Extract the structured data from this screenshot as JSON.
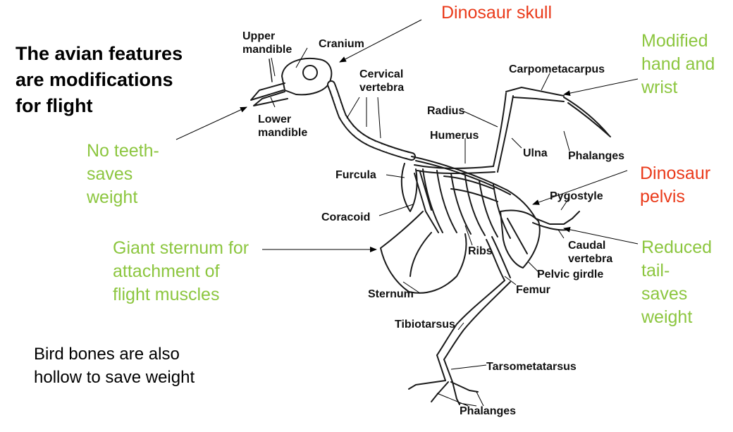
{
  "headline": "The avian features\nare modifications\nfor flight",
  "note": "Bird bones are also\nhollow to save weight",
  "annotations": {
    "dinosaur_skull": "Dinosaur skull",
    "modified_hand": "Modified\nhand and\nwrist",
    "no_teeth": "No teeth-\nsaves\nweight",
    "dinosaur_pelvis": "Dinosaur\npelvis",
    "giant_sternum": "Giant sternum for\nattachment of\nflight muscles",
    "reduced_tail": "Reduced\ntail-\nsaves\nweight"
  },
  "colors": {
    "benefit": "#8cc63f",
    "ancestry": "#ea3a1a"
  },
  "labels": {
    "upper_mandible": "Upper\nmandible",
    "cranium": "Cranium",
    "cervical_vertebra": "Cervical\nvertebra",
    "lower_mandible": "Lower\nmandible",
    "carpometacarpus": "Carpometacarpus",
    "radius": "Radius",
    "humerus": "Humerus",
    "ulna": "Ulna",
    "phalanges_wing": "Phalanges",
    "furcula": "Furcula",
    "pygostyle": "Pygostyle",
    "coracoid": "Coracoid",
    "caudal_vertebra": "Caudal\nvertebra",
    "ribs": "Ribs",
    "pelvic_girdle": "Pelvic girdle",
    "sternum": "Sternum",
    "femur": "Femur",
    "tibiotarsus": "Tibiotarsus",
    "tarsometatarsus": "Tarsometatarsus",
    "phalanges_foot": "Phalanges"
  }
}
